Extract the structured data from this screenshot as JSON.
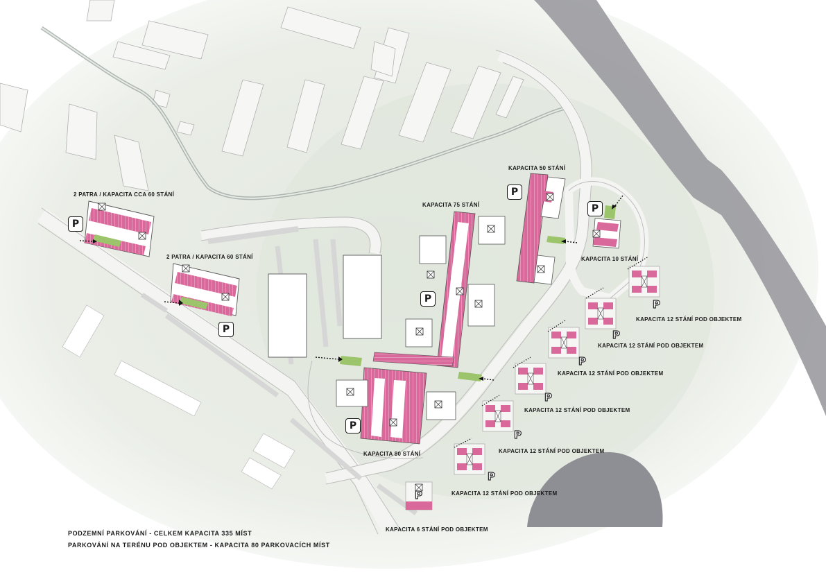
{
  "labels": {
    "north_west_garage": "2 PATRA / KAPACITA CCA 60 STÁNÍ",
    "west_garage": "2 PATRA / KAPACITA  60 STÁNÍ",
    "cap_75": "KAPACITA 75 STÁNÍ",
    "cap_50": "KAPACITA 50 STÁNÍ",
    "cap_10": "KAPACITA 10 STÁNÍ",
    "cap_80": "KAPACITA 80 STÁNÍ",
    "cap_12_a": "KAPACITA 12 STÁNÍ POD OBJEKTEM",
    "cap_12_b": "KAPACITA 12 STÁNÍ POD OBJEKTEM",
    "cap_12_c": "KAPACITA 12 STÁNÍ POD OBJEKTEM",
    "cap_12_d": "KAPACITA 12 STÁNÍ POD OBJEKTEM",
    "cap_12_e": "KAPACITA 12 STÁNÍ POD OBJEKTEM",
    "cap_12_f": "KAPACITA 12 STÁNÍ POD OBJEKTEM",
    "cap_6": "KAPACITA 6 STÁNÍ POD OBJEKTEM"
  },
  "legend": {
    "underground": "PODZEMNÍ PARKOVÁNÍ - CELKEM KAPACITA 335 MÍST",
    "ground_under_building": "PARKOVÁNÍ NA TERÉNU POD OBJEKTEM - KAPACITA 80 PARKOVACÍCH MÍST"
  },
  "parking_symbol": "P",
  "colors": {
    "parking_stall": "#d9699a",
    "ramp": "#9cc46a",
    "ground": "#e9ece7",
    "building": "#ffffff",
    "water": "#9a9aa0",
    "road": "#f4f4f2"
  }
}
